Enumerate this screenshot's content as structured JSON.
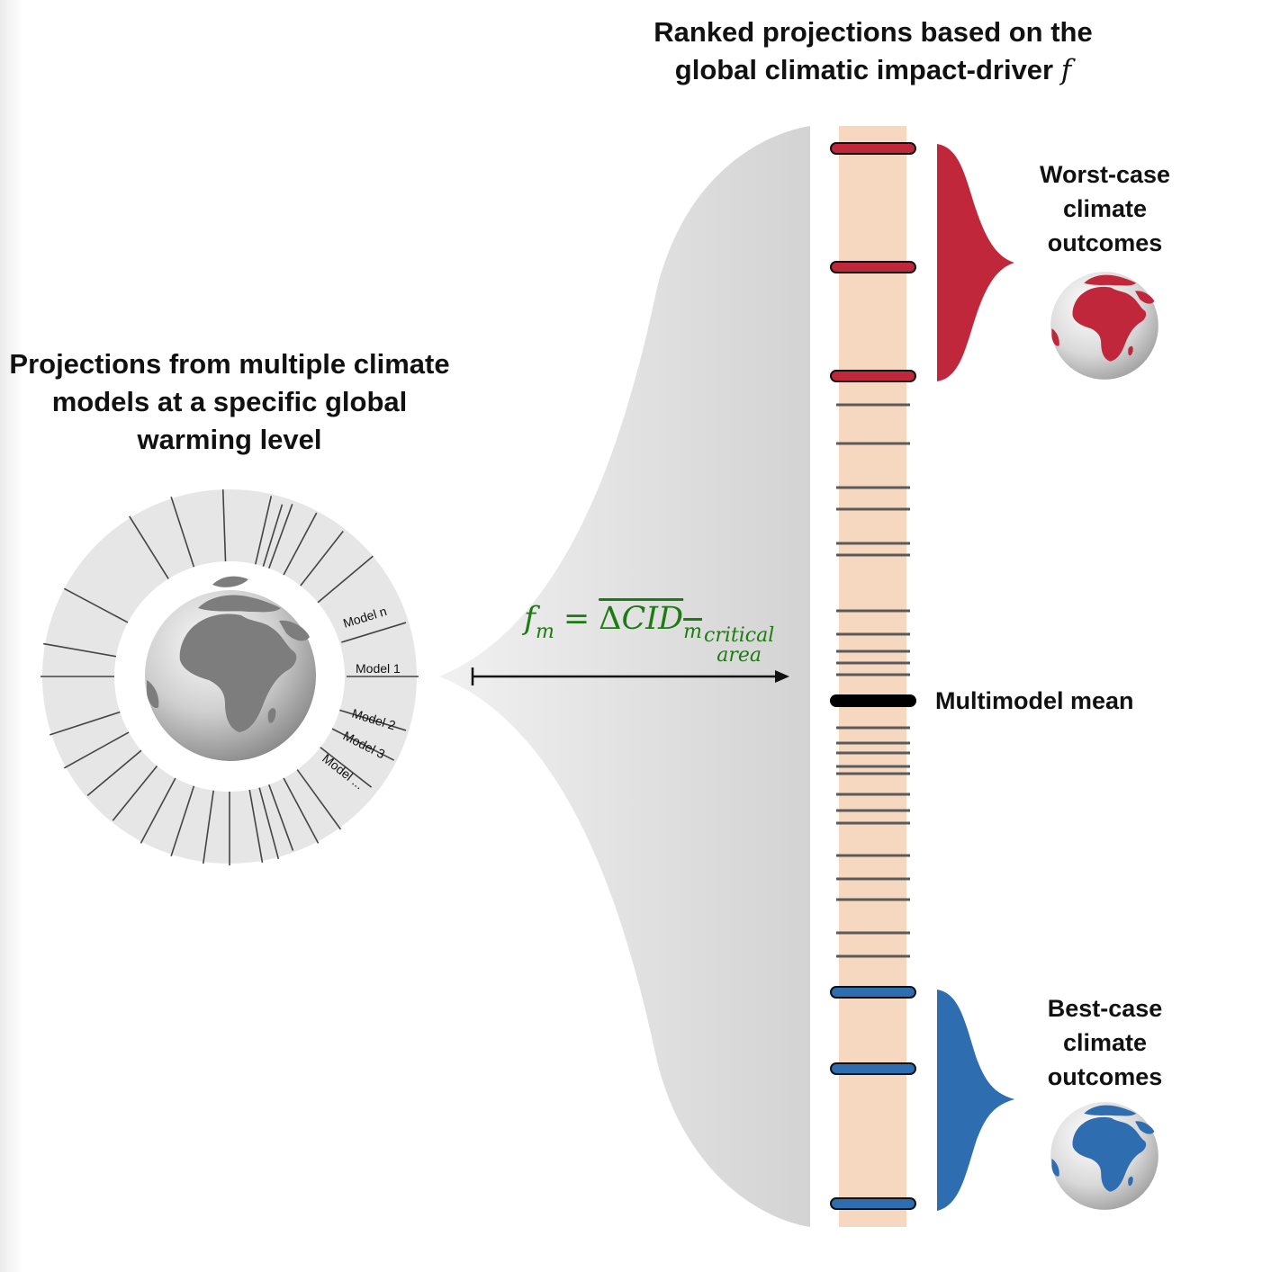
{
  "left_title": "Projections from multiple climate models at a specific global warming level",
  "right_title_line1": "Ranked projections based on the",
  "right_title_line2": "global climatic impact-driver",
  "right_title_symbol": "f",
  "formula": {
    "lhs": "f",
    "lhs_sub": "m",
    "equals": "=",
    "rhs_delta": "Δ",
    "rhs": "CID",
    "rhs_sub": "m",
    "qualifier_1": "critical",
    "qualifier_2": "area"
  },
  "model_labels": [
    "Model n",
    "Model 1",
    "Model 2",
    "Model 3",
    "Model ..."
  ],
  "worst_case_label": "Worst-case climate outcomes",
  "best_case_label": "Best-case climate outcomes",
  "multimodel_mean_label": "Multimodel mean",
  "colors": {
    "worst": "#c0273a",
    "best": "#2e6db0",
    "neutral_tick": "#5a5a5a",
    "mean": "#000000",
    "column": "#f6d7c0",
    "formula": "#1d7b12",
    "ring": "#e6e6e6",
    "funnel": "#d6d6d6"
  },
  "icons": {
    "center_globe": "globe-icon",
    "worst_globe": "red-globe-icon",
    "best_globe": "blue-globe-icon"
  }
}
